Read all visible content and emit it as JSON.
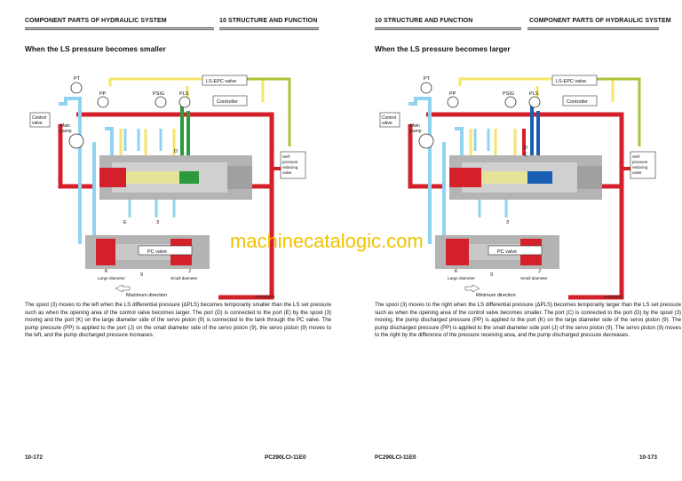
{
  "left_page": {
    "header_left": "COMPONENT PARTS OF HYDRAULIC SYSTEM",
    "header_right": "10 STRUCTURE AND FUNCTION",
    "title": "When the LS pressure becomes smaller",
    "figure": {
      "labels": {
        "pt": "PT",
        "pp": "PP",
        "psig": "PSIG",
        "pls": "PLS",
        "ls_epc": "LS-EPC valve",
        "controller": "Controller",
        "control_valve": [
          "Control",
          "valve"
        ],
        "main_pump": [
          "Main",
          "pump"
        ],
        "self_reducing": [
          "Self-",
          "pressure",
          "reducing",
          "valve"
        ],
        "d": "D",
        "e": "E",
        "three": "3",
        "pc_valve": "PC valve",
        "k": "K",
        "j": "J",
        "nine": "9",
        "large_diameter": "Large diameter",
        "small_diameter": "Small diameter",
        "direction": "Maximum direction"
      },
      "id": "G0000079"
    },
    "body": "The spool (3) moves to the left when the LS differential pressure (ΔPLS) becomes temporarily smaller than the LS set pressure such as when the opening area of the control valve becomes larger. The port (D) is connected to the port (E) by the spool (3) moving and the port (K) on the large diameter side of the servo piston (9) is connected to the tank through the PC valve. The pump pressure (PP) is applied to the port (J) on the small diameter side of the servo piston (9), the servo piston (9) moves to the left, and the pump discharged pressure increases.",
    "footer_page": "10-172",
    "footer_model": "PC290LCI-11E0"
  },
  "right_page": {
    "header_left": "10 STRUCTURE AND FUNCTION",
    "header_right": "COMPONENT PARTS OF HYDRAULIC SYSTEM",
    "title": "When the LS pressure becomes larger",
    "figure": {
      "labels": {
        "pt": "PT",
        "pp": "PP",
        "psig": "PSIG",
        "pls": "PLS",
        "ls_epc": "LS-EPC valve",
        "controller": "Controller",
        "control_valve": [
          "Control",
          "valve"
        ],
        "main_pump": [
          "Main",
          "pump"
        ],
        "self_reducing": [
          "Self-",
          "pressure",
          "reducing",
          "valve"
        ],
        "d": "D",
        "c": "C",
        "three": "3",
        "pc_valve": "PC valve",
        "k": "K",
        "j": "J",
        "nine": "9",
        "large_diameter": "Large diameter",
        "small_diameter": "Small diameter",
        "direction": "Minimum direction"
      },
      "id": "G0000080"
    },
    "body": "The spool (3) moves to the right when the LS differential pressure (ΔPLS) becomes temporarily larger than the LS set pressure such as when the opening area of the control valve becomes smaller. The port (C) is connected to the port (D) by the spool (3) moving, the pump discharged pressure (PP) is applied to the port (K) on the large diameter side of the servo piston (9). The pump discharged pressure (PP) is applied to the small diameter side port (J) of the servo piston (9). The servo piston (9) moves to the right by the difference of the pressure receiving area, and the pump discharged pressure decreases.",
    "footer_model": "PC290LCI-11E0",
    "footer_page": "10-173"
  },
  "watermark": "machinecatalogic.com",
  "colors": {
    "pump_pressure": "#d4202a",
    "drain": "#8fd3ef",
    "pilot": "#f5e66a",
    "ls_left": "#2b9a3c",
    "ls_right": "#1a5fb4",
    "epc": "#a9c63a"
  }
}
